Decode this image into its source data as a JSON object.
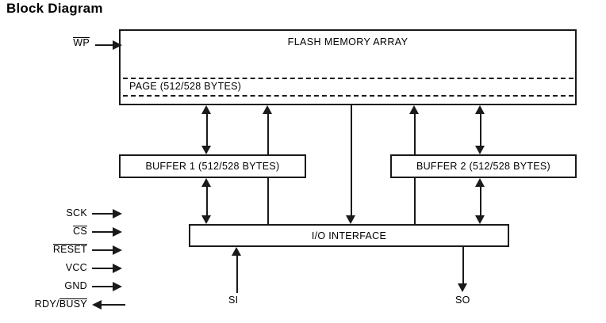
{
  "title": "Block Diagram",
  "blocks": {
    "flash": {
      "label": "FLASH MEMORY ARRAY",
      "page_label": "PAGE (512/528 BYTES)"
    },
    "buffer1": {
      "label": "BUFFER 1 (512/528 BYTES)"
    },
    "buffer2": {
      "label": "BUFFER 2 (512/528 BYTES)"
    },
    "io": {
      "label": "I/O INTERFACE"
    }
  },
  "pins": {
    "wp": {
      "label": "WP",
      "overline": true,
      "direction": "in"
    },
    "left": [
      {
        "label": "SCK",
        "overline": false,
        "direction": "in"
      },
      {
        "label": "CS",
        "overline": true,
        "direction": "in"
      },
      {
        "label": "RESET",
        "overline": true,
        "direction": "in"
      },
      {
        "label": "VCC",
        "overline": false,
        "direction": "in"
      },
      {
        "label": "GND",
        "overline": false,
        "direction": "in"
      },
      {
        "label_plain": "RDY/",
        "label_overline": "BUSY",
        "direction": "out"
      }
    ],
    "bottom": [
      {
        "label": "SI",
        "direction": "in"
      },
      {
        "label": "SO",
        "direction": "out"
      }
    ]
  },
  "colors": {
    "line": "#1a1a1a",
    "background": "#ffffff",
    "text": "#000000"
  }
}
